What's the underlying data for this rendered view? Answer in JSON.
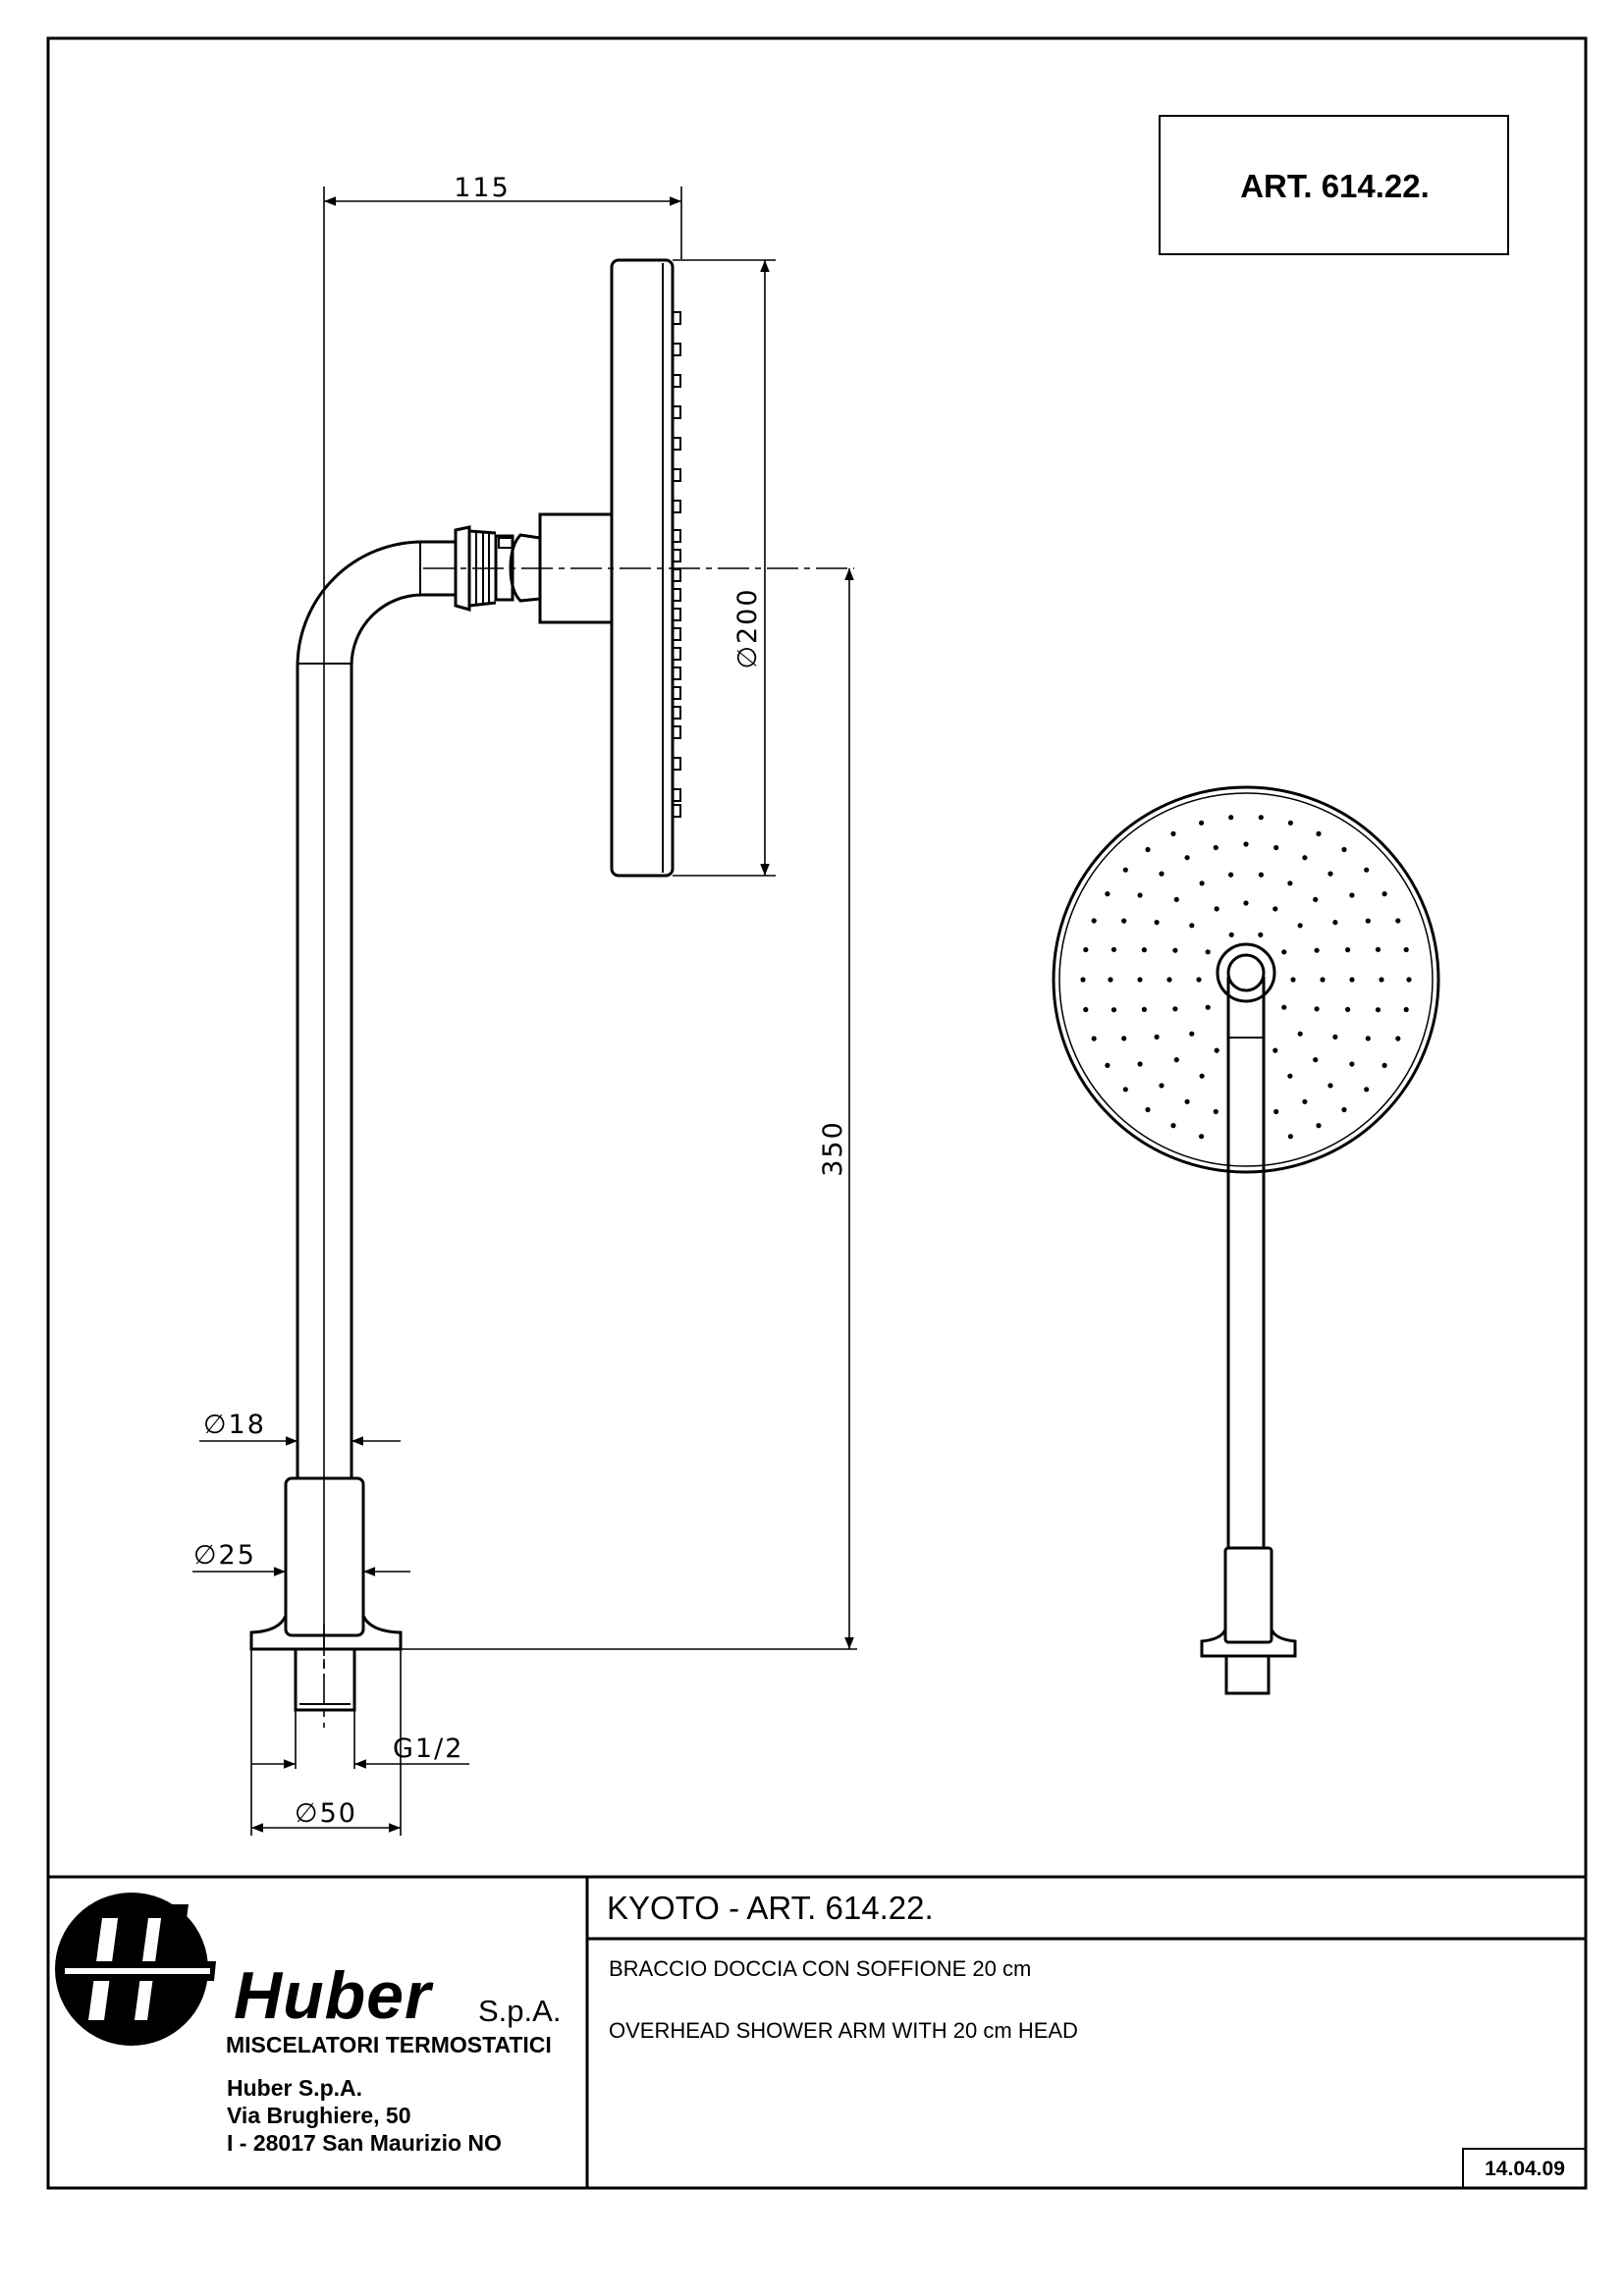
{
  "article_box": {
    "label": "ART. 614.22."
  },
  "dimensions": {
    "d115": "115",
    "d200": "∅200",
    "d350": "350",
    "d18": "∅18",
    "d25": "∅25",
    "thread": "G1/2",
    "d50": "∅50"
  },
  "title_block": {
    "title": "KYOTO - ART. 614.22.",
    "desc_it": "BRACCIO DOCCIA CON SOFFIONE 20 cm",
    "desc_en": "OVERHEAD SHOWER ARM WITH 20 cm HEAD",
    "date": "14.04.09"
  },
  "company": {
    "brand": "Huber",
    "brand_suffix": "S.p.A.",
    "subtitle": "MISCELATORI TERMOSTATICI",
    "address_line1": "Huber  S.p.A.",
    "address_line2": "Via   Brughiere,  50",
    "address_line3": "I - 28017  San Maurizio  NO"
  }
}
